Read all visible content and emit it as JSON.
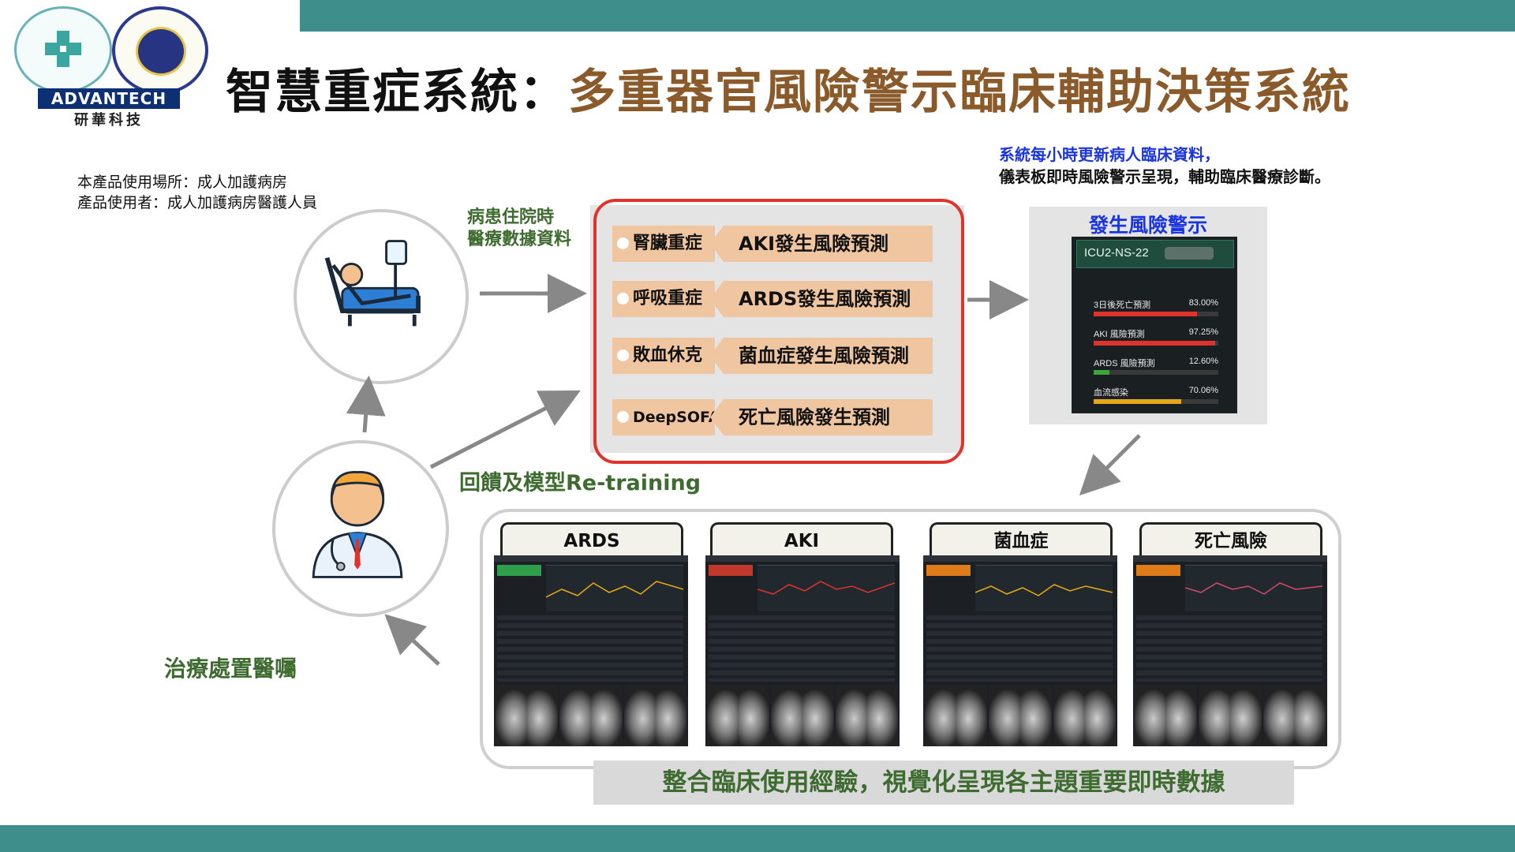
{
  "title": {
    "main": "智慧重症系統：",
    "accent": "多重器官風險警示臨床輔助決策系統"
  },
  "logos": {
    "advantech": "ADVANTECH",
    "advantech_sub": "研華科技"
  },
  "info": {
    "line1": "本產品使用場所：成人加護病房",
    "line2": "產品使用者：成人加護病房醫護人員"
  },
  "note": {
    "line1": "系統每小時更新病人臨床資料，",
    "line2": "儀表板即時風險警示呈現，輔助臨床醫療診斷。"
  },
  "labels": {
    "data_in_1": "病患住院時",
    "data_in_2": "醫療數據資料",
    "feedback": "回饋及模型Re-training",
    "orders": "治療處置醫囑"
  },
  "models": [
    {
      "tag": "腎臟重症",
      "model": "AKI發生風險預測"
    },
    {
      "tag": "呼吸重症",
      "model": "ARDS發生風險預測"
    },
    {
      "tag": "敗血休克",
      "model": "菌血症發生風險預測"
    },
    {
      "tag": "DeepSOFA",
      "model": "死亡風險發生預測"
    }
  ],
  "alert": {
    "title": "發生風險警示",
    "patient_id": "ICU2-NS-22",
    "risks": [
      {
        "label": "3日後死亡預測",
        "value": "83.00%",
        "level": 0.83,
        "color": "#e0332b"
      },
      {
        "label": "AKI 風險預測",
        "value": "97.25%",
        "level": 0.9725,
        "color": "#e0332b"
      },
      {
        "label": "ARDS 風險預測",
        "value": "12.60%",
        "level": 0.126,
        "color": "#3aa53a"
      },
      {
        "label": "血流感染",
        "value": "70.06%",
        "level": 0.7006,
        "color": "#e6a817"
      }
    ]
  },
  "dashboards": [
    {
      "title": "ARDS",
      "highlight": "#2e9e4a"
    },
    {
      "title": "AKI",
      "highlight": "#c0392b"
    },
    {
      "title": "菌血症",
      "highlight": "#e07b1a"
    },
    {
      "title": "死亡風險",
      "highlight": "#e07b1a"
    }
  ],
  "footer": "整合臨床使用經驗，視覺化呈現各主題重要即時數據",
  "colors": {
    "bar": "#3e8f8c",
    "accent": "#8b5a2b",
    "frame": "#e0332b",
    "green_text": "#3e6b2f",
    "blue_text": "#1a35e0"
  }
}
